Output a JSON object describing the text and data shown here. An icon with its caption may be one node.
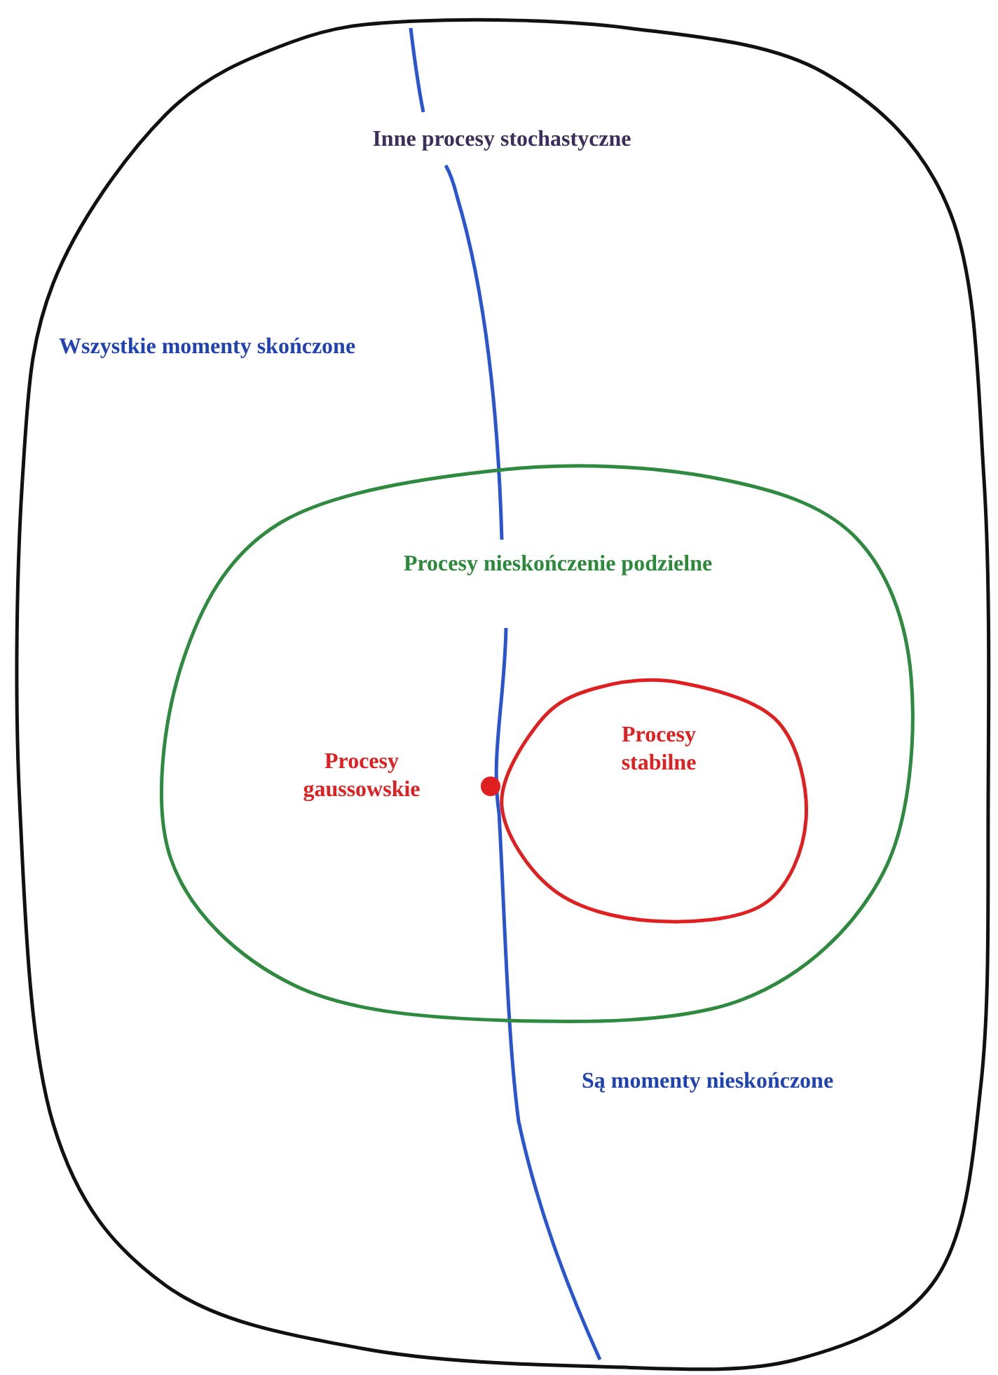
{
  "diagram": {
    "nodes": [
      {
        "text": [
          "Inne procesy stochastyczne"
        ]
      },
      {
        "text": [
          "Procesy nieskończenie podzielne"
        ],
        "in": 0
      },
      {
        "text": [
          "Procesy stabilne"
        ],
        "in": 1
      },
      {
        "text": [],
        "shape": "circle",
        "in": 1,
        "beside": [
          "Procesy gaussowskie"
        ]
      }
    ],
    "labels": [
      "Wszystkie momenty skończone",
      "Są momenty nieskończone"
    ]
  }
}
